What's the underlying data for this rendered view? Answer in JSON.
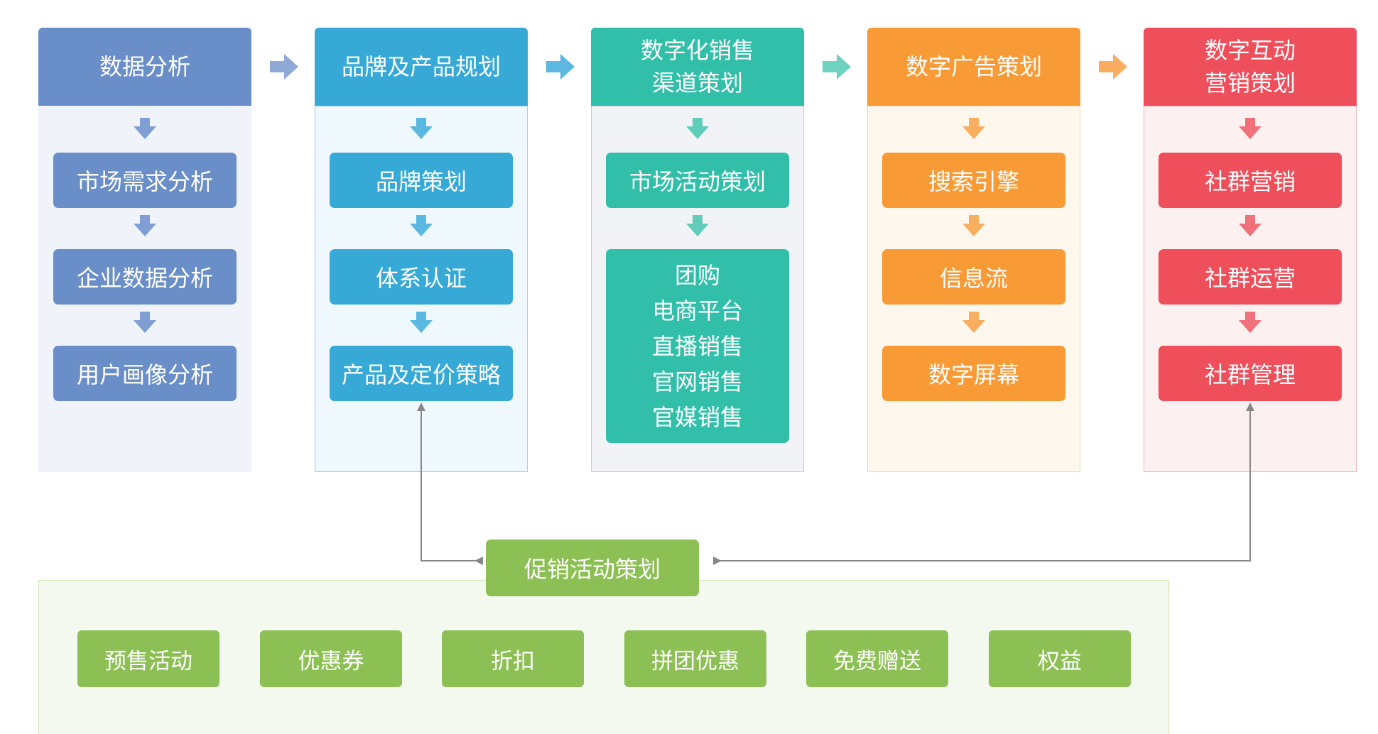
{
  "columns": [
    {
      "header": [
        "数据分析"
      ],
      "items": [
        "市场需求分析",
        "企业数据分析",
        "用户画像分析"
      ],
      "colors": {
        "header": "#6a8ec8",
        "box": "#6a8ec8",
        "body": "#f0f3f9",
        "border": "#f0f3f9",
        "arrow": "#7f9ed3"
      }
    },
    {
      "header": [
        "品牌及产品规划"
      ],
      "items": [
        "品牌策划",
        "体系认证",
        "产品及定价策略"
      ],
      "colors": {
        "header": "#36a9d7",
        "box": "#36a9d7",
        "body": "#eff8fc",
        "border": "#9dd0e8",
        "arrow": "#5cb8e0"
      }
    },
    {
      "header": [
        "数字化销售",
        "渠道策划"
      ],
      "items": [
        "市场活动策划"
      ],
      "tall_box": [
        "团购",
        "电商平台",
        "直播销售",
        "官网销售",
        "官媒销售"
      ],
      "colors": {
        "header": "#31bfa9",
        "box": "#31bfa9",
        "body": "#f1f3f6",
        "border": "#c5ccd8",
        "arrow": "#5fcdb9"
      }
    },
    {
      "header": [
        "数字广告策划"
      ],
      "items": [
        "搜索引擎",
        "信息流",
        "数字屏幕"
      ],
      "colors": {
        "header": "#f89b36",
        "box": "#f89b36",
        "body": "#fef7ee",
        "border": "#f8d7b0",
        "arrow": "#f9ad5e"
      }
    },
    {
      "header": [
        "数字互动",
        "营销策划"
      ],
      "items": [
        "社群营销",
        "社群运营",
        "社群管理"
      ],
      "colors": {
        "header": "#ef4e5b",
        "box": "#ef4e5b",
        "body": "#fdf0f0",
        "border": "#f4b5b8",
        "arrow": "#f1717a"
      }
    }
  ],
  "promo": {
    "title": "促销活动策划",
    "items": [
      "预售活动",
      "优惠券",
      "折扣",
      "拼团优惠",
      "免费赠送",
      "权益"
    ],
    "color": "#8dc054"
  }
}
